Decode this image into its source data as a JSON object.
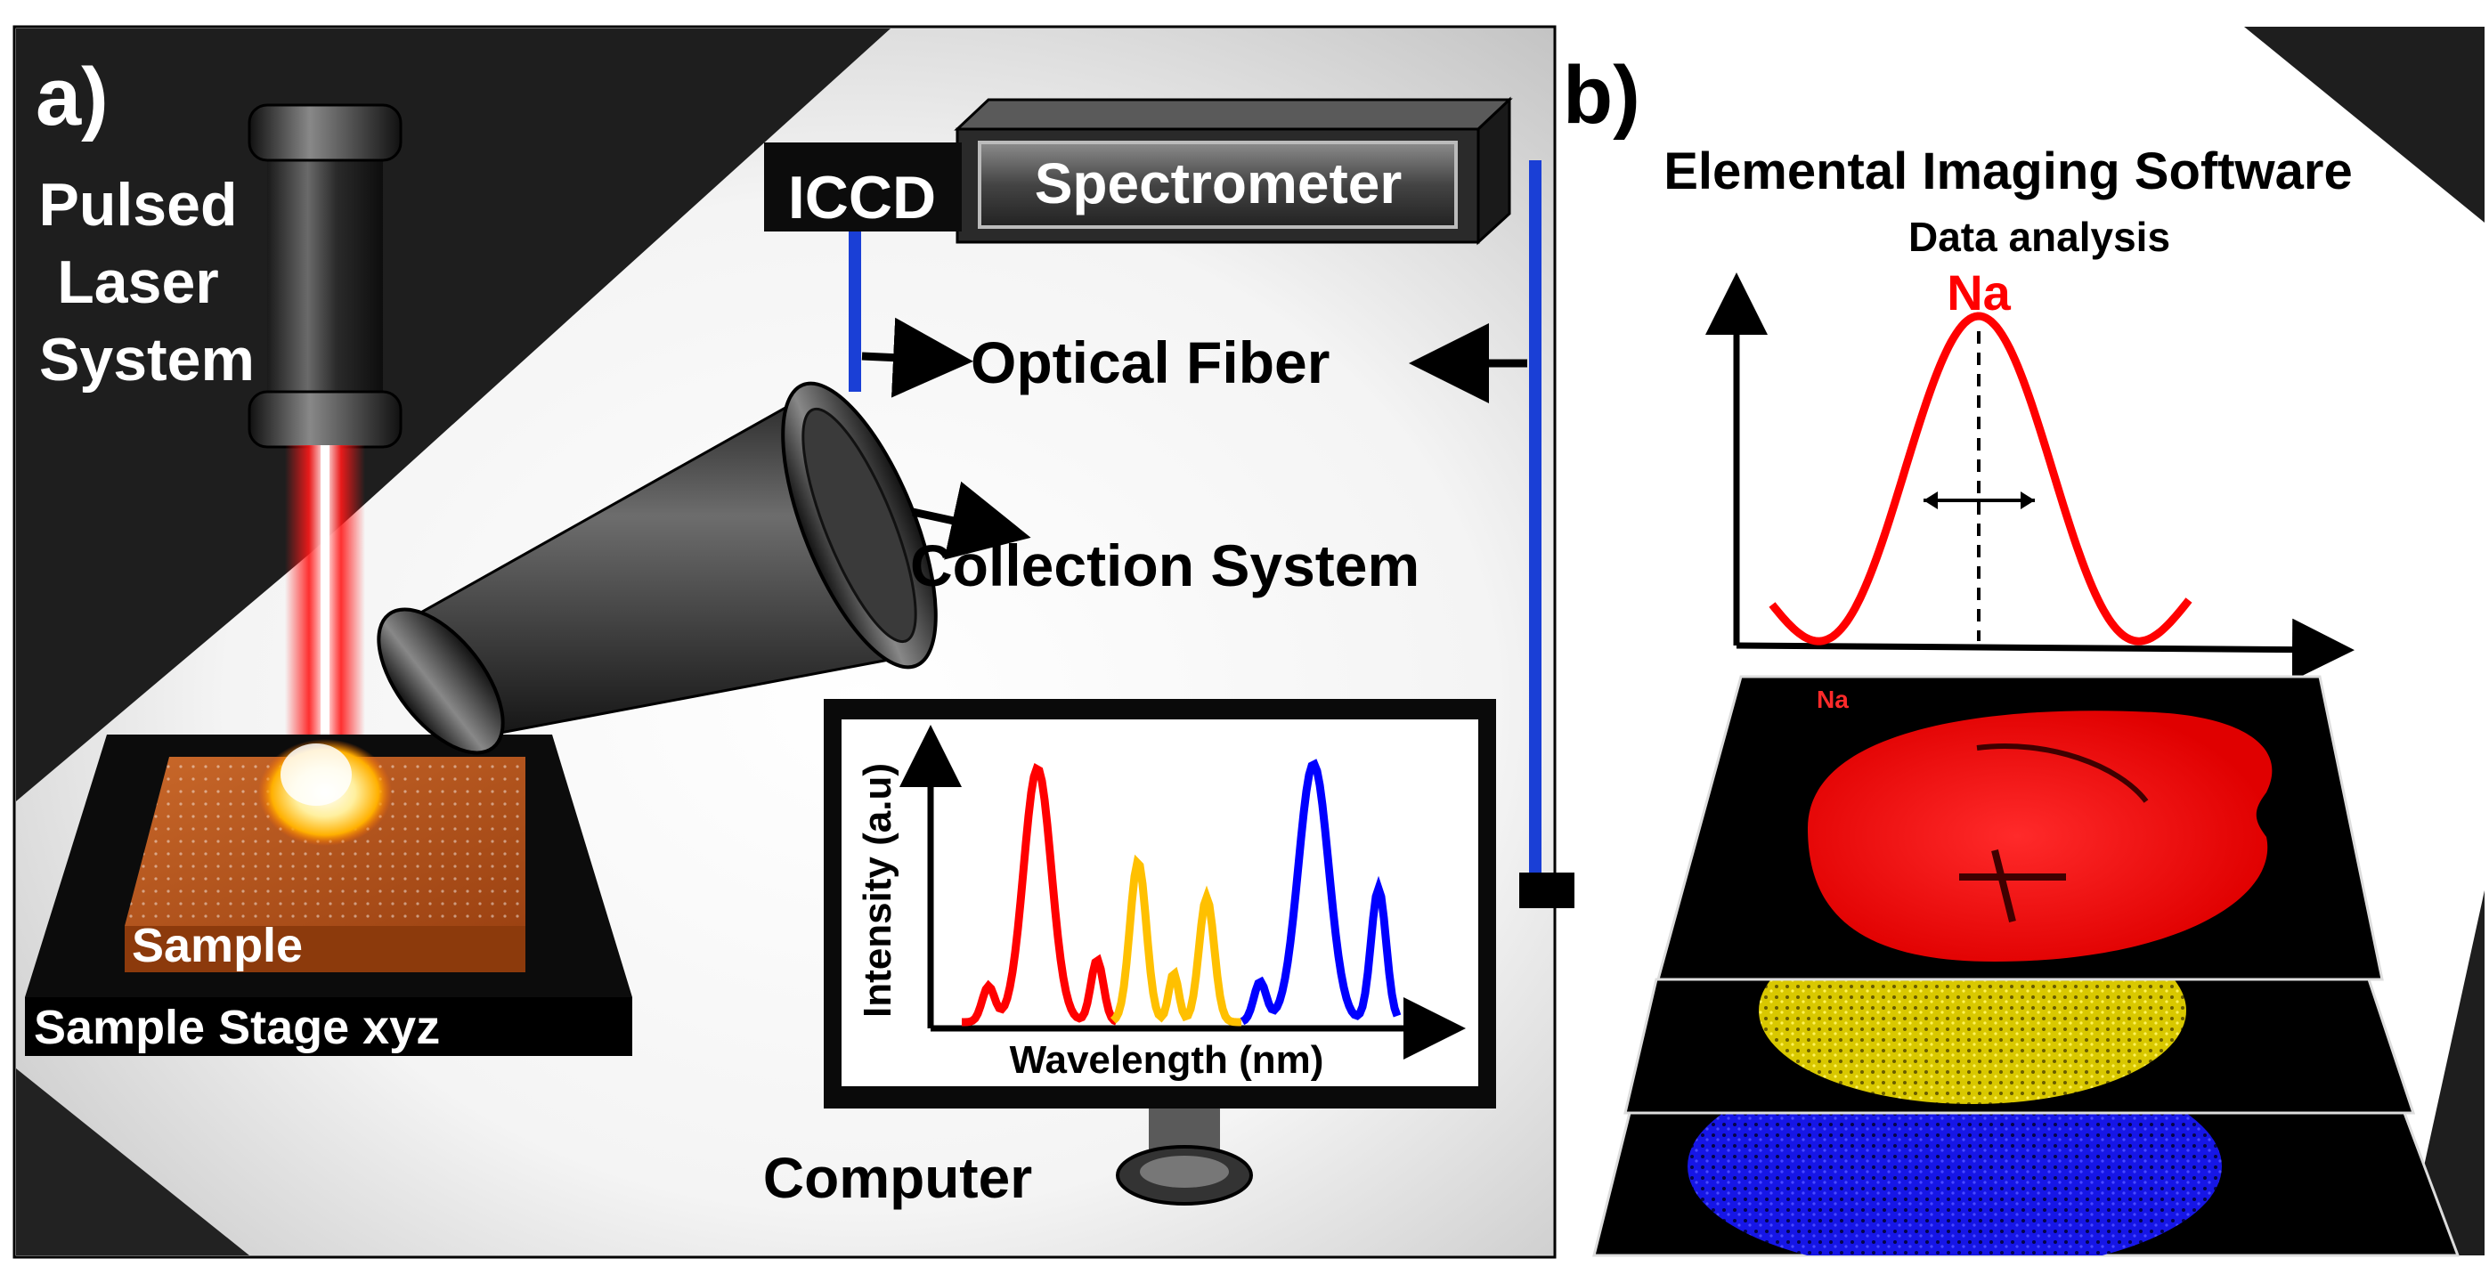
{
  "panel_a": {
    "letter": "a)",
    "laser_label": [
      "Pulsed",
      "Laser",
      "System"
    ],
    "iccd": "ICCD",
    "spectrometer": "Spectrometer",
    "optical_fiber": "Optical Fiber",
    "collection_system": "Collection System",
    "sample": "Sample",
    "sample_stage": "Sample Stage xyz",
    "computer": "Computer",
    "screen_chart": {
      "xlabel": "Wavelength (nm)",
      "ylabel": "Intensity (a.u)"
    }
  },
  "panel_b": {
    "letter": "b)",
    "title": "Elemental Imaging Software",
    "subtitle": "Data analysis",
    "peak_element": "Na",
    "map_label": "Na"
  },
  "colors": {
    "laser": "#ff1a1a",
    "fiber": "#1a3fd6",
    "sample": "#b5501a",
    "na_series": "#ff0000",
    "second_series": "#ffc000",
    "third_series": "#0000ff",
    "yellow_map": "#e6d400",
    "blue_map": "#1a1aff"
  }
}
